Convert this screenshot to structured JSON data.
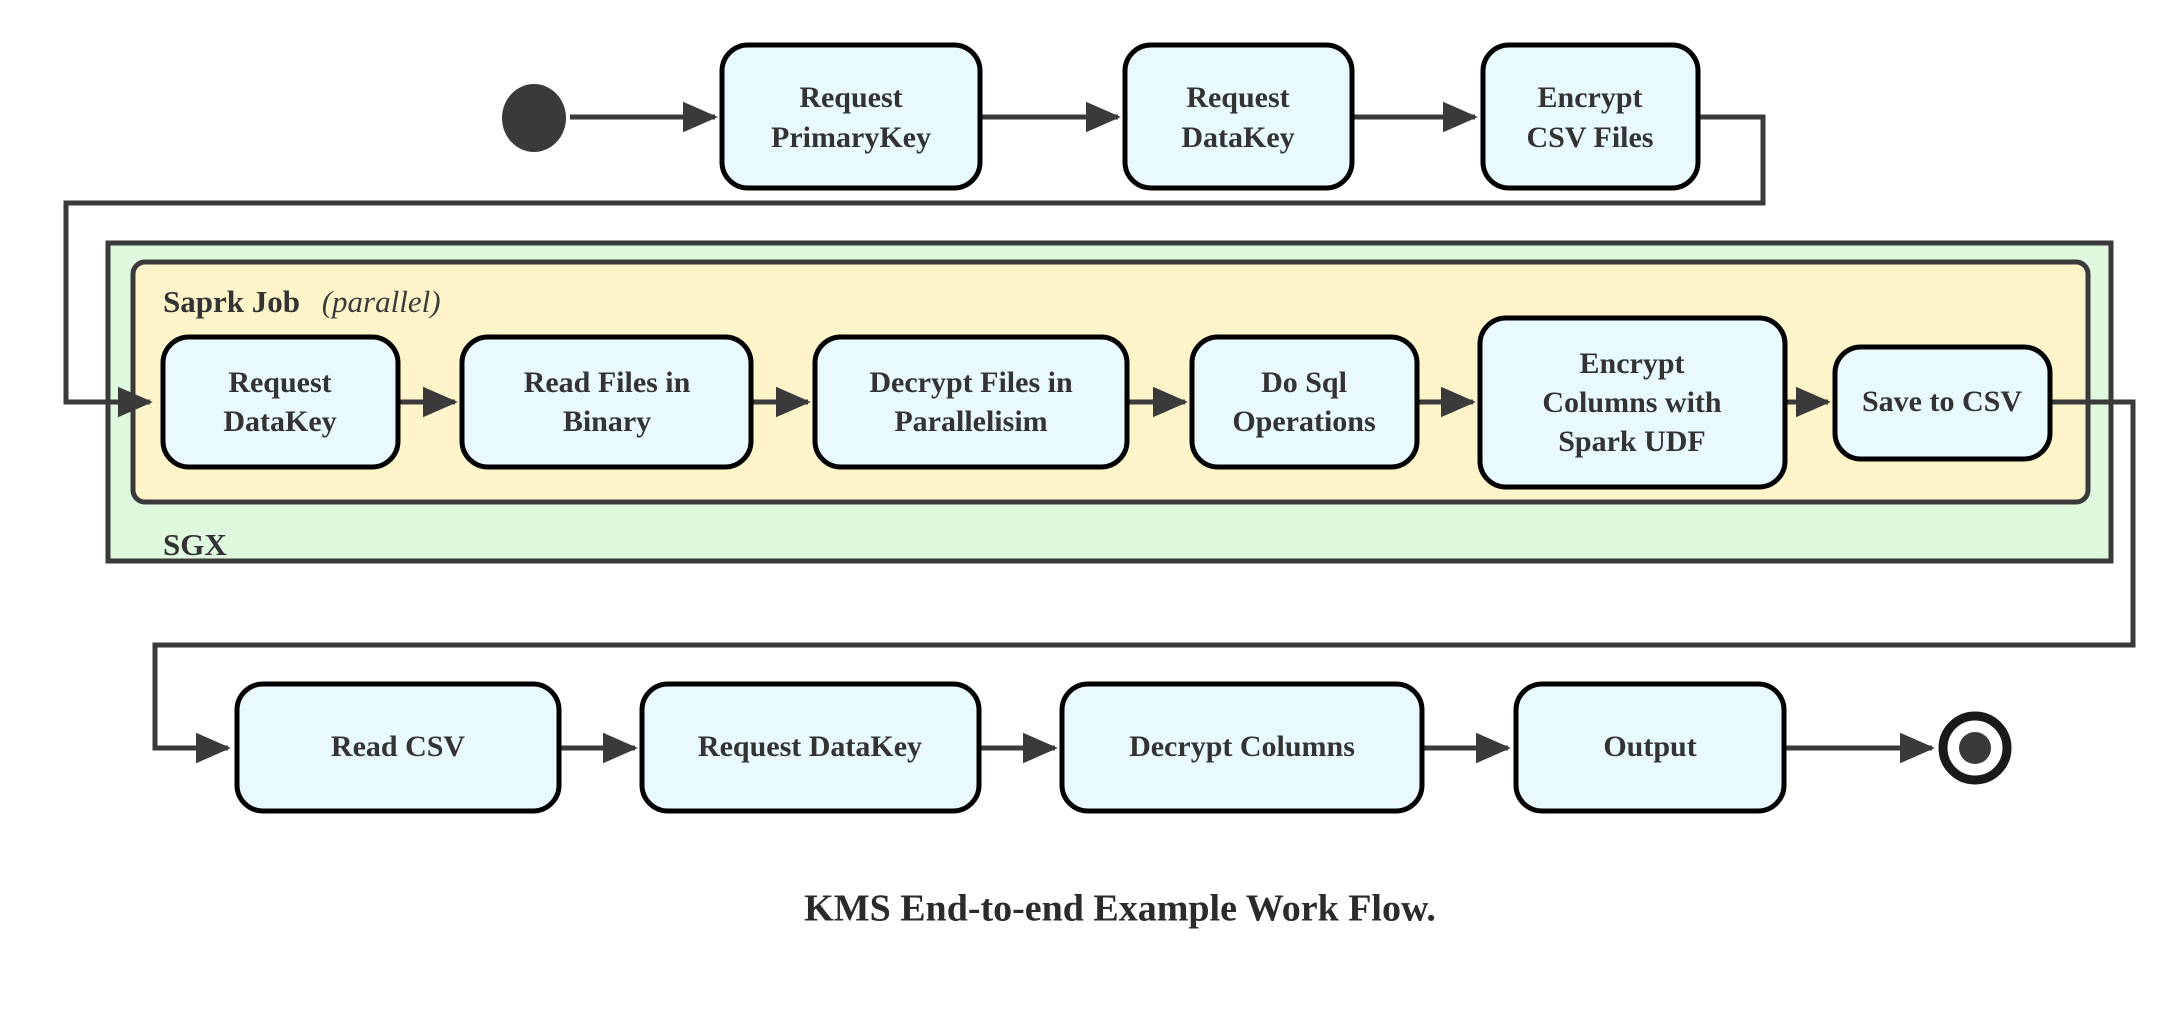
{
  "diagram": {
    "title": "KMS End-to-end Example Work Flow.",
    "type": "activity-flowchart",
    "colors": {
      "node_fill": "#E8FAFE",
      "node_stroke": "#000000",
      "spark_group_fill": "#FDF5C9",
      "sgx_group_fill": "#DEF9DE",
      "group_stroke": "#3A3A3A",
      "edge_color": "#3A3A3A",
      "text_color": "#333333",
      "background": "#FFFFFF"
    }
  },
  "start_node": {
    "name": "start",
    "shape": "filled-circle"
  },
  "end_node": {
    "name": "end",
    "shape": "bullseye"
  },
  "top_row": {
    "nodes": [
      {
        "id": "request-primarykey",
        "lines": [
          "Request",
          "PrimaryKey"
        ]
      },
      {
        "id": "request-datakey-top",
        "lines": [
          "Request",
          "DataKey"
        ]
      },
      {
        "id": "encrypt-csv-files",
        "lines": [
          "Encrypt",
          "CSV Files"
        ]
      }
    ]
  },
  "sgx_group": {
    "label": "SGX",
    "spark_group": {
      "label_bold": "Saprk Job",
      "label_italic": "(parallel)",
      "nodes": [
        {
          "id": "request-datakey-spark",
          "lines": [
            "Request",
            "DataKey"
          ]
        },
        {
          "id": "read-files-in-binary",
          "lines": [
            "Read Files in",
            "Binary"
          ]
        },
        {
          "id": "decrypt-files-in-parallelisim",
          "lines": [
            "Decrypt Files in",
            "Parallelisim"
          ]
        },
        {
          "id": "do-sql-operations",
          "lines": [
            "Do Sql",
            "Operations"
          ]
        },
        {
          "id": "encrypt-columns-with-spark-udf",
          "lines": [
            "Encrypt",
            "Columns with",
            "Spark UDF"
          ]
        },
        {
          "id": "save-to-csv",
          "lines": [
            "Save to CSV"
          ]
        }
      ]
    }
  },
  "bottom_row": {
    "nodes": [
      {
        "id": "read-csv",
        "lines": [
          "Read CSV"
        ]
      },
      {
        "id": "request-datakey-bottom",
        "lines": [
          "Request DataKey"
        ]
      },
      {
        "id": "decrypt-columns",
        "lines": [
          "Decrypt Columns"
        ]
      },
      {
        "id": "output",
        "lines": [
          "Output"
        ]
      }
    ]
  },
  "edges": [
    {
      "from": "start",
      "to": "request-primarykey"
    },
    {
      "from": "request-primarykey",
      "to": "request-datakey-top"
    },
    {
      "from": "request-datakey-top",
      "to": "encrypt-csv-files"
    },
    {
      "from": "encrypt-csv-files",
      "to": "request-datakey-spark"
    },
    {
      "from": "request-datakey-spark",
      "to": "read-files-in-binary"
    },
    {
      "from": "read-files-in-binary",
      "to": "decrypt-files-in-parallelisim"
    },
    {
      "from": "decrypt-files-in-parallelisim",
      "to": "do-sql-operations"
    },
    {
      "from": "do-sql-operations",
      "to": "encrypt-columns-with-spark-udf"
    },
    {
      "from": "encrypt-columns-with-spark-udf",
      "to": "save-to-csv"
    },
    {
      "from": "save-to-csv",
      "to": "read-csv"
    },
    {
      "from": "read-csv",
      "to": "request-datakey-bottom"
    },
    {
      "from": "request-datakey-bottom",
      "to": "decrypt-columns"
    },
    {
      "from": "decrypt-columns",
      "to": "output"
    },
    {
      "from": "output",
      "to": "end"
    }
  ]
}
